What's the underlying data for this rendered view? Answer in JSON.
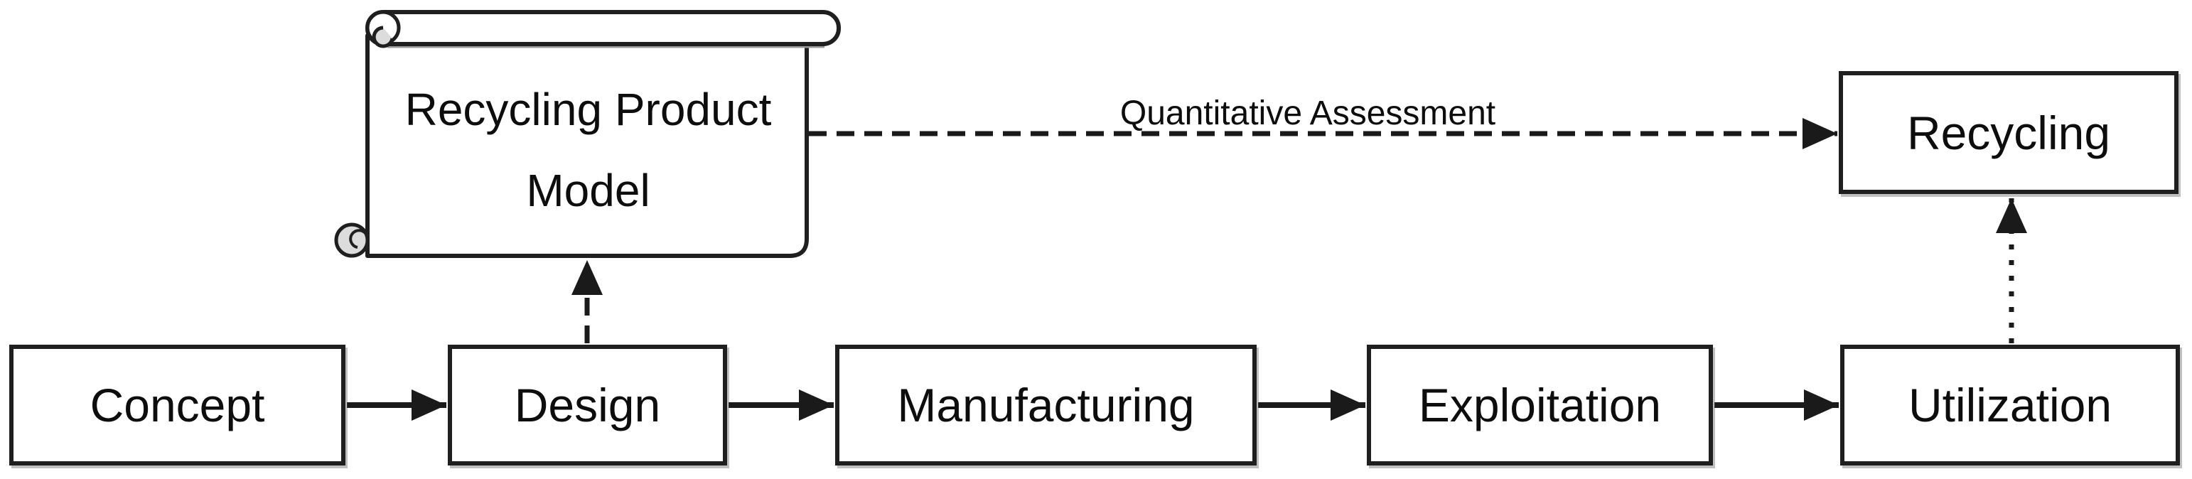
{
  "diagram": {
    "type": "flowchart",
    "stages": [
      {
        "id": "concept",
        "label": "Concept"
      },
      {
        "id": "design",
        "label": "Design"
      },
      {
        "id": "manufacturing",
        "label": "Manufacturing"
      },
      {
        "id": "exploitation",
        "label": "Exploitation"
      },
      {
        "id": "utilization",
        "label": "Utilization"
      }
    ],
    "recycling_box": {
      "label": "Recycling"
    },
    "scroll_note": {
      "label": "Recycling Product Model",
      "shape": "horizontal-scroll"
    },
    "connections": [
      {
        "from": "Concept",
        "to": "Design",
        "style": "solid-arrow"
      },
      {
        "from": "Design",
        "to": "Manufacturing",
        "style": "solid-arrow"
      },
      {
        "from": "Manufacturing",
        "to": "Exploitation",
        "style": "solid-arrow"
      },
      {
        "from": "Exploitation",
        "to": "Utilization",
        "style": "solid-arrow"
      },
      {
        "from": "Design",
        "to": "Recycling Product Model",
        "style": "dashed-arrow"
      },
      {
        "from": "Recycling Product Model",
        "to": "Recycling",
        "style": "dashed-arrow",
        "label": "Quantitative Assessment"
      },
      {
        "from": "Utilization",
        "to": "Recycling",
        "style": "dotted-arrow"
      }
    ],
    "colors": {
      "stroke": "#1f1f1f",
      "fill": "#ffffff",
      "text": "#0d0d0d",
      "curl_shade": "#dcdcdc"
    }
  }
}
